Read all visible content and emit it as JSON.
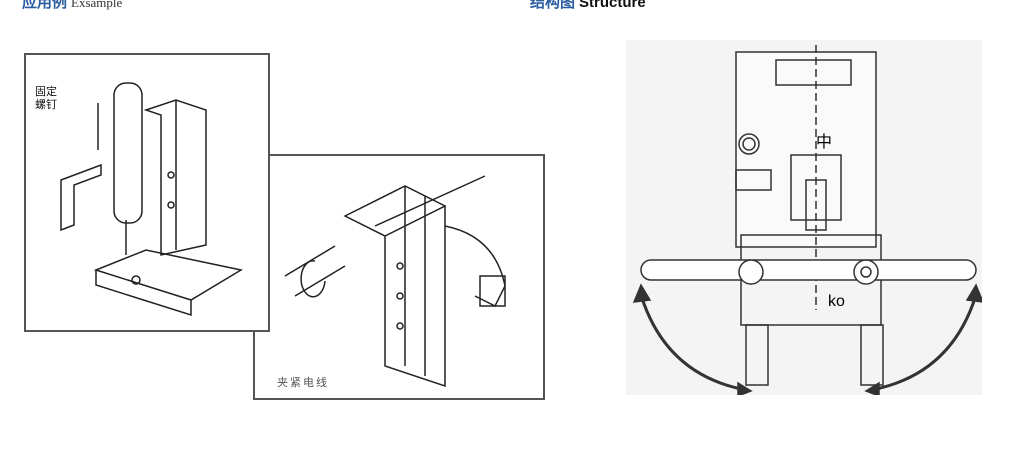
{
  "left_header": {
    "cn": "应用例",
    "en": "Exsample"
  },
  "right_header": {
    "cn": "结构图",
    "en": "Structure"
  },
  "example1": {
    "label_line1": "固定",
    "label_line2": "螺钉"
  },
  "example2": {
    "caption": "夹紧电线"
  },
  "structure": {
    "label_center": "中",
    "label_bottom": "ko"
  }
}
